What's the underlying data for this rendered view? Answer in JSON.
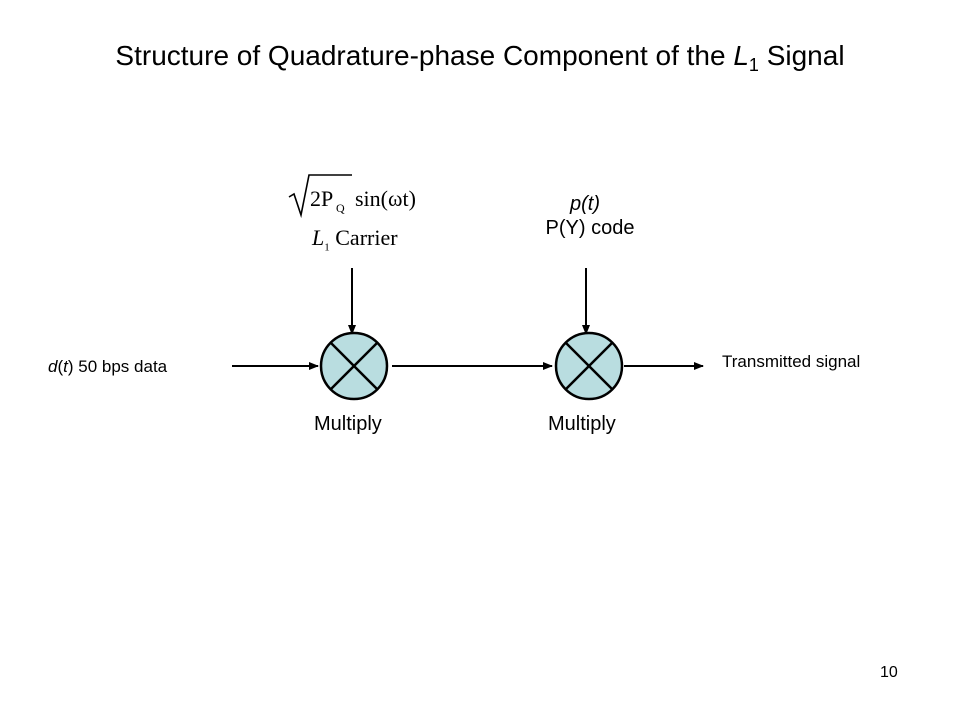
{
  "title": {
    "main": "Structure of Quadrature-phase Component of the ",
    "symbol": "L",
    "subscript": "1",
    "suffix": " Signal"
  },
  "input": {
    "var": "d",
    "arg": "(t)",
    "text": " 50 bps data"
  },
  "carrier": {
    "formula_coeff": "2P",
    "formula_sub": "Q",
    "formula_func": "sin(ωt)",
    "name_symbol": "L",
    "name_sub": "1",
    "name_text": " Carrier"
  },
  "code": {
    "var": "p(t)",
    "name": "P(Y) code"
  },
  "multiplier_1": {
    "label": "Multiply"
  },
  "multiplier_2": {
    "label": "Multiply"
  },
  "output": {
    "label": "Transmitted signal"
  },
  "page_number": "10",
  "colors": {
    "mixer_fill": "#b9dde0",
    "line": "#000000"
  }
}
